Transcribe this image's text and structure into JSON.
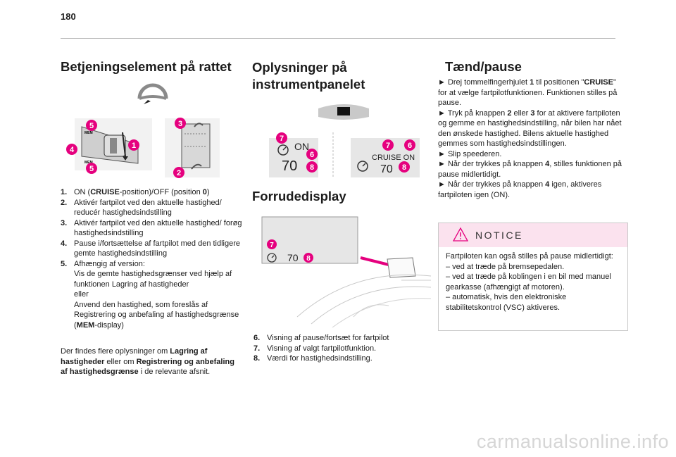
{
  "page_number": "180",
  "col1": {
    "heading": "Betjeningselement på rattet",
    "figure": {
      "callouts": [
        "5",
        "4",
        "5",
        "1",
        "3",
        "2"
      ],
      "lever_labels": [
        "MEM",
        "MEM"
      ]
    },
    "items": [
      {
        "num": "1.",
        "parts": [
          "ON (",
          "CRUISE",
          "-position)/OFF (position ",
          "0",
          ")"
        ]
      },
      {
        "num": "2.",
        "text": "Aktivér fartpilot ved den aktuelle hastighed/ reducér hastighedsindstilling"
      },
      {
        "num": "3.",
        "text": "Aktivér fartpilot ved den aktuelle hastighed/ forøg hastighedsindstilling"
      },
      {
        "num": "4.",
        "text": "Pause i/fortsættelse af fartpilot med den tidligere gemte hastighedsindstilling"
      },
      {
        "num": "5.",
        "line1": "Afhængig af version:",
        "line2": "Vis de gemte hastighedsgrænser ved hjælp af funktionen Lagring af hastigheder",
        "line3": "eller",
        "line4": "Anvend den hastighed, som foreslås af Registrering og anbefaling af hastighedsgrænse (",
        "line4_bold": "MEM",
        "line4_end": "-display)"
      }
    ],
    "footer": {
      "t1": "Der findes flere oplysninger om ",
      "b1": "Lagring af hastigheder",
      "t2": " eller om ",
      "b2": "Registrering og anbefaling af hastighedsgrænse",
      "t3": " i de relevante afsnit."
    }
  },
  "col2": {
    "heading": "Oplysninger på instrumentpanelet",
    "panel_left": {
      "status": "ON",
      "speed": "70",
      "callouts": [
        "7",
        "6",
        "8"
      ]
    },
    "panel_right": {
      "status": "CRUISE ON",
      "speed": "70",
      "callouts": [
        "7",
        "6",
        "8"
      ]
    },
    "heading2": "Forrudedisplay",
    "hud": {
      "speed": "70",
      "callouts": [
        "7",
        "8"
      ]
    },
    "items": [
      {
        "num": "6.",
        "text": "Visning af pause/fortsæt for fartpilot"
      },
      {
        "num": "7.",
        "text": "Visning af valgt fartpilotfunktion."
      },
      {
        "num": "8.",
        "text": "Værdi for hastighedsindstilling."
      }
    ]
  },
  "col3": {
    "heading": "Tænd/pause",
    "p1_pre": "► Drej tommelfingerhjulet ",
    "p1_b1": "1",
    "p1_mid": " til positionen \"",
    "p1_b2": "CRUISE",
    "p1_post": "\" for at vælge fartpilotfunktionen. Funktionen stilles på pause.",
    "p2_pre": "► Tryk på knappen ",
    "p2_b1": "2",
    "p2_mid": " eller ",
    "p2_b2": "3",
    "p2_post": " for at aktivere fartpiloten og gemme en hastighedsindstilling, når bilen har nået den ønskede hastighed. Bilens aktuelle hastighed gemmes som hastighedsindstillingen.",
    "p3": "► Slip speederen.",
    "p4_pre": "► Når der trykkes på knappen ",
    "p4_b": "4",
    "p4_post": ", stilles funktionen på pause midlertidigt.",
    "p5_pre": "► Når der trykkes på knappen ",
    "p5_b": "4",
    "p5_post": " igen, aktiveres fartpiloten igen (ON).",
    "notice": {
      "title": "NOTICE",
      "intro": "Fartpiloten kan også stilles på pause midlertidigt:",
      "bullets": [
        "–  ved at træde på bremsepedalen.",
        "–  ved at træde på koblingen i en bil med manuel gearkasse (afhængigt af motoren).",
        "–  automatisk, hvis den elektroniske stabilitetskontrol (VSC) aktiveres."
      ]
    }
  },
  "watermark": "carmanualsonline.info",
  "colors": {
    "callout": "#e5007e",
    "notice_bg": "#fbe2ee",
    "rule": "#b8b8b8"
  }
}
